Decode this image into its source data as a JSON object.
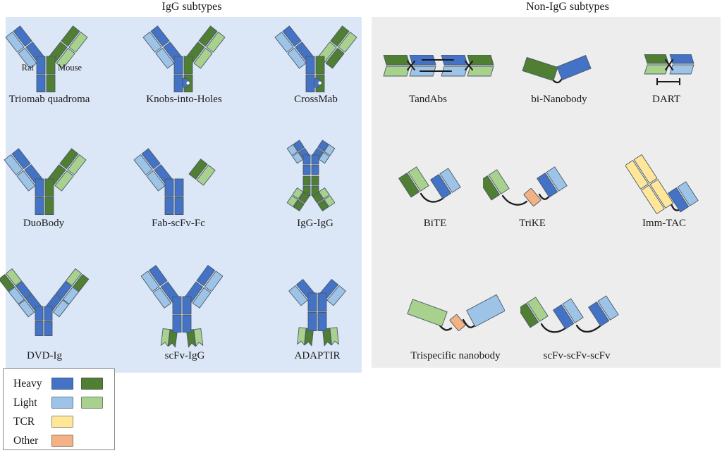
{
  "panel_titles": {
    "igg": "IgG subtypes",
    "non_igg": "Non-IgG subtypes"
  },
  "igg_subtypes": [
    {
      "label": "Triomab quadroma"
    },
    {
      "label": "Knobs-into-Holes"
    },
    {
      "label": "CrossMab"
    },
    {
      "label": "DuoBody"
    },
    {
      "label": "Fab-scFv-Fc"
    },
    {
      "label": "IgG-IgG"
    },
    {
      "label": "DVD-Ig"
    },
    {
      "label": "scFv-IgG"
    },
    {
      "label": "ADAPTIR"
    }
  ],
  "non_igg_subtypes": [
    {
      "label": "TandAbs"
    },
    {
      "label": "bi-Nanobody"
    },
    {
      "label": "DART"
    },
    {
      "label": "BiTE"
    },
    {
      "label": "TriKE"
    },
    {
      "label": "Imm-TAC"
    },
    {
      "label": "Trispecific nanobody"
    },
    {
      "label": "scFv-scFv-scFv"
    }
  ],
  "annotations": {
    "rat": "Rat",
    "mouse": "Mouse"
  },
  "legend": {
    "entries": [
      {
        "label": "Heavy",
        "colors": [
          "heavy_blue",
          "heavy_green"
        ]
      },
      {
        "label": "Light",
        "colors": [
          "light_blue",
          "light_green"
        ]
      },
      {
        "label": "TCR",
        "colors": [
          "tcr_yellow"
        ]
      },
      {
        "label": "Other",
        "colors": [
          "other_orange"
        ]
      }
    ]
  },
  "colors": {
    "heavy_blue": "#4472c4",
    "heavy_green": "#507e32",
    "light_blue": "#9dc3e6",
    "light_green": "#a9d18e",
    "tcr_yellow": "#ffe699",
    "other_orange": "#f4b183",
    "igg_panel_bg": "#dbe7f6",
    "non_igg_panel_bg": "#ededed",
    "shape_stroke": "#4a5a68",
    "connector": "#1b1b1b",
    "text": "#1a1a1a",
    "legend_border": "#8a8a8a"
  }
}
